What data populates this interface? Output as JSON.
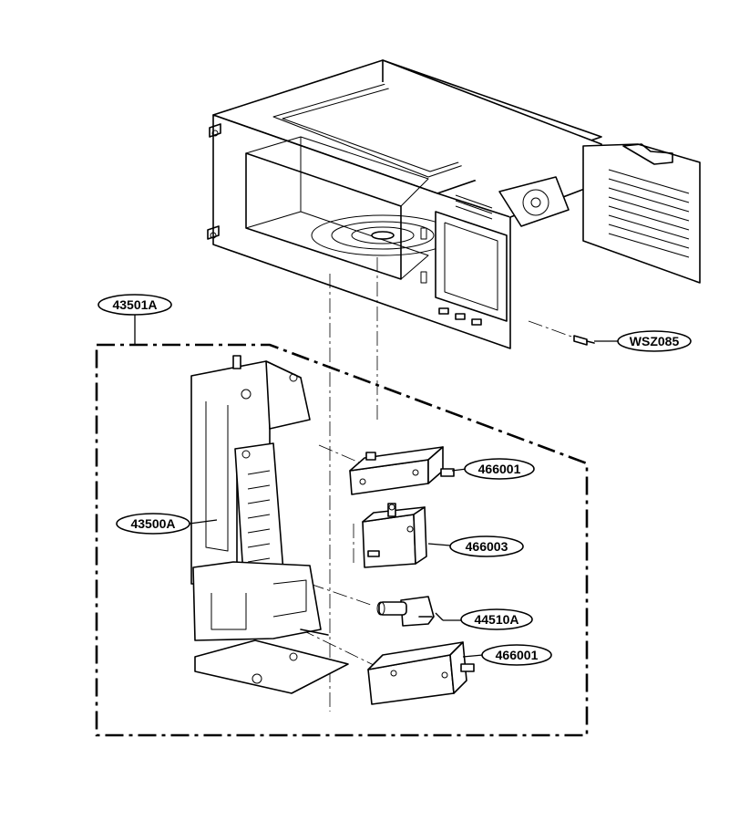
{
  "callouts": {
    "assembly": "43501A",
    "screw": "WSZ085",
    "latch_board": "43500A",
    "switch_upper": "466001",
    "switch_middle": "466003",
    "lever": "44510A",
    "switch_lower": "466001"
  }
}
